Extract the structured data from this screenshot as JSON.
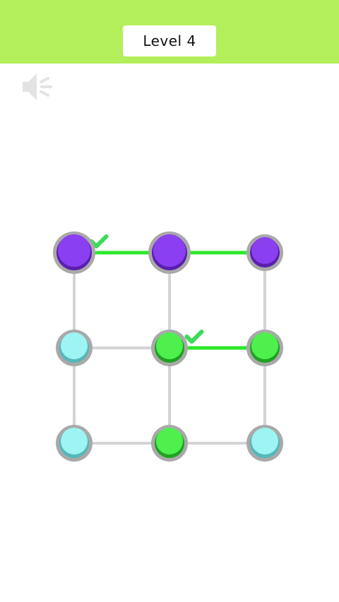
{
  "header": {
    "level_label": "Level 4",
    "background_color": "#b3ef5a"
  },
  "sound": {
    "icon": "speaker-icon",
    "state": "on",
    "color": "#e3e3e3"
  },
  "board": {
    "rows": 3,
    "cols": 3,
    "nodes": [
      {
        "row": 0,
        "col": 0,
        "color": "purple",
        "selected": true
      },
      {
        "row": 0,
        "col": 1,
        "color": "purple",
        "selected": true
      },
      {
        "row": 0,
        "col": 2,
        "color": "purple",
        "selected": false
      },
      {
        "row": 1,
        "col": 0,
        "color": "cyan",
        "selected": false
      },
      {
        "row": 1,
        "col": 1,
        "color": "green",
        "selected": false
      },
      {
        "row": 1,
        "col": 2,
        "color": "green",
        "selected": false
      },
      {
        "row": 2,
        "col": 0,
        "color": "cyan",
        "selected": false
      },
      {
        "row": 2,
        "col": 1,
        "color": "green",
        "selected": false
      },
      {
        "row": 2,
        "col": 2,
        "color": "cyan",
        "selected": false
      }
    ],
    "edges": [
      {
        "from": [
          0,
          0
        ],
        "to": [
          0,
          1
        ],
        "state": "matched",
        "checkmark": true
      },
      {
        "from": [
          0,
          1
        ],
        "to": [
          0,
          2
        ],
        "state": "matched",
        "checkmark": false
      },
      {
        "from": [
          1,
          0
        ],
        "to": [
          1,
          1
        ],
        "state": "default",
        "checkmark": false
      },
      {
        "from": [
          1,
          1
        ],
        "to": [
          1,
          2
        ],
        "state": "matched",
        "checkmark": true
      },
      {
        "from": [
          2,
          0
        ],
        "to": [
          2,
          1
        ],
        "state": "default",
        "checkmark": false
      },
      {
        "from": [
          2,
          1
        ],
        "to": [
          2,
          2
        ],
        "state": "default",
        "checkmark": false
      },
      {
        "from": [
          0,
          0
        ],
        "to": [
          1,
          0
        ],
        "state": "default",
        "checkmark": false
      },
      {
        "from": [
          1,
          0
        ],
        "to": [
          2,
          0
        ],
        "state": "default",
        "checkmark": false
      },
      {
        "from": [
          0,
          1
        ],
        "to": [
          1,
          1
        ],
        "state": "default",
        "checkmark": false
      },
      {
        "from": [
          1,
          1
        ],
        "to": [
          2,
          1
        ],
        "state": "default",
        "checkmark": false
      },
      {
        "from": [
          0,
          2
        ],
        "to": [
          1,
          2
        ],
        "state": "default",
        "checkmark": false
      },
      {
        "from": [
          1,
          2
        ],
        "to": [
          2,
          2
        ],
        "state": "default",
        "checkmark": false
      }
    ]
  },
  "colors": {
    "purple": "#8a3ff0",
    "purple_shade": "#5b1fb0",
    "cyan": "#9ef3f3",
    "cyan_shade": "#53b8b8",
    "green": "#4ef04e",
    "green_shade": "#1fa21f",
    "ring": "#a9a9a9",
    "edge_default": "#d4d4d4",
    "edge_matched": "#2ce82c",
    "checkmark": "#3ddb5b"
  }
}
